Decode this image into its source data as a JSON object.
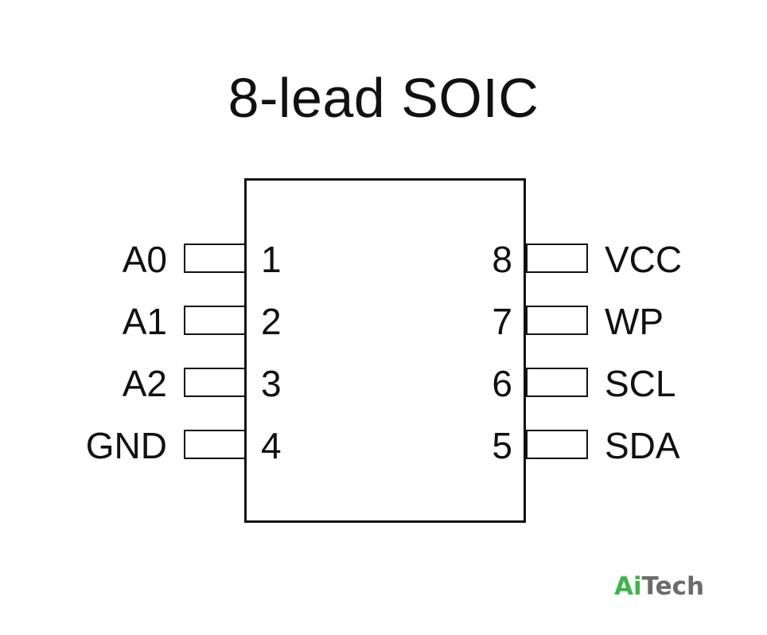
{
  "title": "8-lead SOIC",
  "pins": {
    "left": [
      {
        "number": "1",
        "name": "A0"
      },
      {
        "number": "2",
        "name": "A1"
      },
      {
        "number": "3",
        "name": "A2"
      },
      {
        "number": "4",
        "name": "GND"
      }
    ],
    "right": [
      {
        "number": "8",
        "name": "VCC"
      },
      {
        "number": "7",
        "name": "WP"
      },
      {
        "number": "6",
        "name": "SCL"
      },
      {
        "number": "5",
        "name": "SDA"
      }
    ]
  },
  "logo": {
    "part1": "Ai",
    "part2": "Tech",
    "color_part1": "#3cb54a",
    "color_part2": "#6b6b6b"
  }
}
